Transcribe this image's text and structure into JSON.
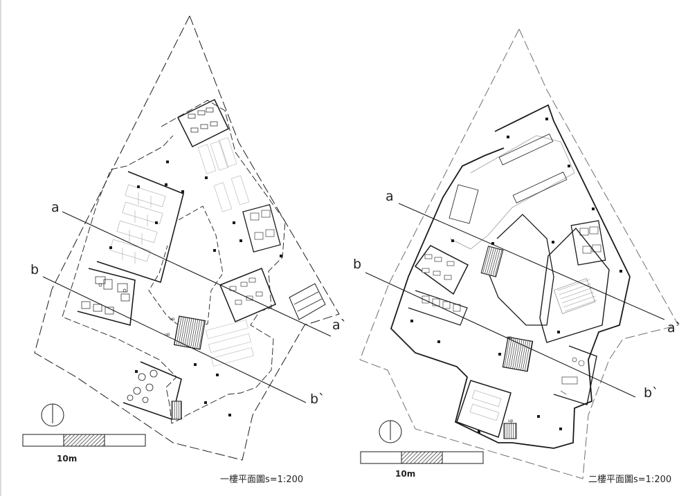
{
  "plans": [
    {
      "id": "floor-1",
      "title": "一樓平面圖s=1:200",
      "scale_label": "10m",
      "section_labels": {
        "a": "a",
        "a_end": "a`",
        "b": "b",
        "b_end": "b`"
      },
      "up_labels": [
        "up",
        "up"
      ]
    },
    {
      "id": "floor-2",
      "title": "二樓平面圖s=1:200",
      "scale_label": "10m",
      "section_labels": {
        "a": "a",
        "a_end": "a`",
        "b": "b",
        "b_end": "b`"
      },
      "up_labels": [
        "up",
        "up"
      ]
    }
  ],
  "colors": {
    "line": "#1a1a1a",
    "light": "#9a9a9a",
    "hatch": "#555555"
  }
}
